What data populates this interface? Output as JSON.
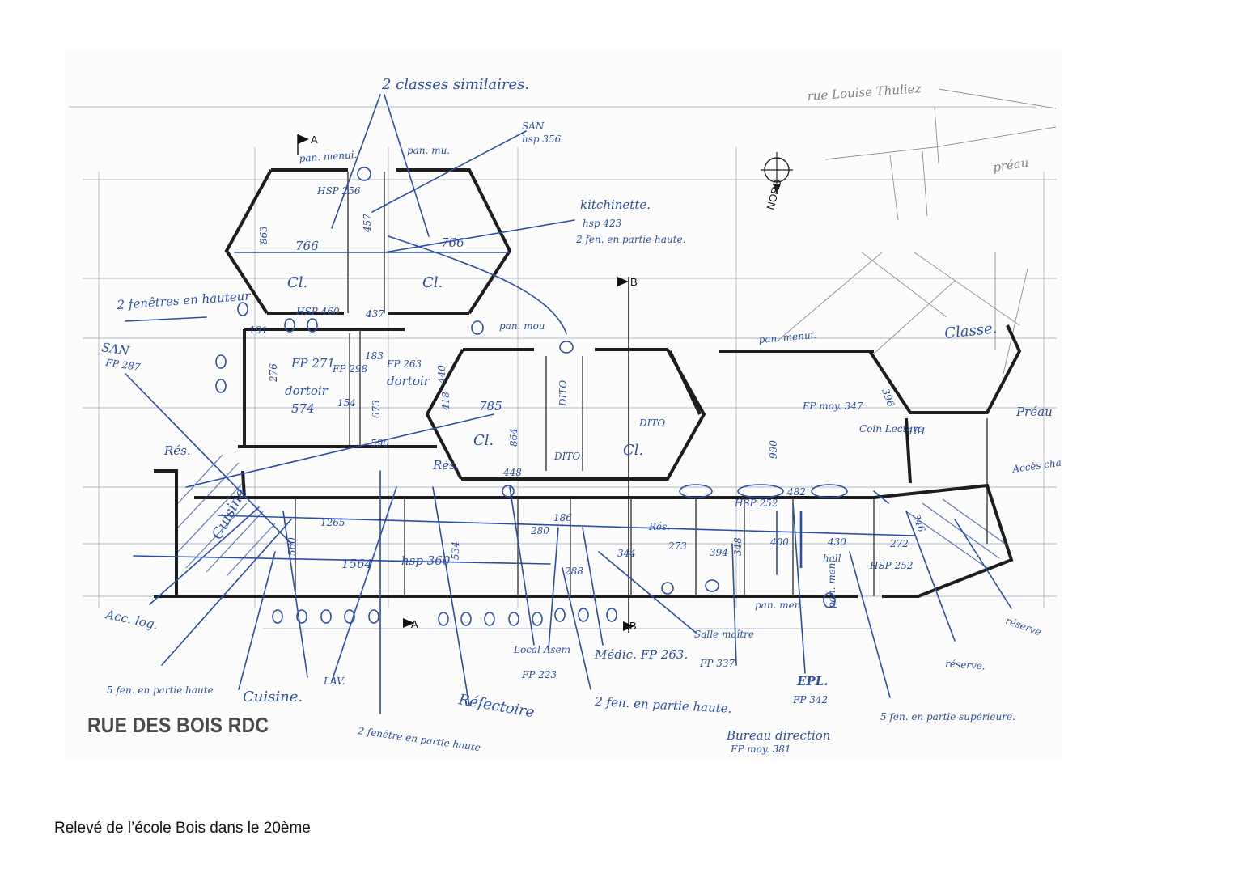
{
  "title": "RUE DES BOIS RDC",
  "caption": "Relevé de l’école Bois dans le 20ème",
  "colors": {
    "ink": "#2a4ea8",
    "walls": "#1d1d1d",
    "grid": "#9aa3ad",
    "pencil": "#8a8e93"
  },
  "sections": {
    "a": "A",
    "b": "B"
  },
  "north_label": "NORD",
  "pencil_notes": {
    "street": "rue Louise Thuliez",
    "preau": "préau"
  },
  "rooms": {
    "classes_similaires": "2 classes similaires.",
    "pan_menui": "pan. menui.",
    "pan_mu": "pan. mu.",
    "hsp_256": "HSP 256",
    "dim_766_left": "766",
    "dim_766_right": "766",
    "dim_863": "863",
    "dim_457": "457",
    "dim_437": "437",
    "cl_left": "Cl.",
    "cl_right": "Cl.",
    "san_top": "SAN",
    "san_top_hsp": "hsp 356",
    "kitchinette": "kitchinette.",
    "kitchinette_hsp": "hsp 423",
    "kitchinette_fen": "2 fen. en partie haute.",
    "fenetres_hauteur": "2 fenêtres en hauteur",
    "hsp_460": "HSP 460",
    "dim_191": "191",
    "dim_276": "276",
    "fp_271": "FP 271",
    "dortoir_1": "dortoir",
    "dortoir_1_area": "574",
    "fp_298": "FP 298",
    "fp_263": "FP 263",
    "dortoir_2": "dortoir",
    "dim_183": "183",
    "dim_673": "673",
    "dim_154": "154",
    "san_left": "SAN",
    "san_left_fp": "FP 287",
    "res_left": "Rés.",
    "pan_mou": "pan. mou",
    "dim_440": "440",
    "dim_418": "418",
    "dim_785": "785",
    "dim_864": "864",
    "dim_590": "590",
    "cl_middle": "Cl.",
    "dito_1": "DITO",
    "dito_2": "DITO",
    "cl_centre": "Cl.",
    "dito_3": "DITO",
    "dim_448": "448",
    "res_middle": "Rés.",
    "dim_1265": "1265",
    "cuisine_room": "Cuisine",
    "dim_560": "560",
    "dim_1564": "1564",
    "hsp_360": "hsp 360",
    "dim_534": "534",
    "dim_280": "280",
    "dim_186": "186",
    "dim_288": "288",
    "dim_344": "344",
    "res_right": "Rés.",
    "dim_273": "273",
    "dim_394": "394",
    "pan_menui_right": "pan. menui.",
    "dim_990": "990",
    "fp_moy_347": "FP moy. 347",
    "coin_lecture": "Coin Lecture",
    "dim_161": "161",
    "classe_right": "Classe.",
    "preau_right": "Préau",
    "acces_chauff": "Accès chauff.",
    "hsp_252_mid": "HSP 252",
    "dim_482": "482",
    "dim_348": "348",
    "dim_400": "400",
    "dim_430": "430",
    "hall": "hall",
    "hsp_252_right": "HSP 252",
    "dim_272": "272",
    "dim_346": "346",
    "dim_396": "396",
    "acc_log": "Acc. log.",
    "fen_5_haute": "5 fen. en partie haute",
    "cuisine_label": "Cuisine.",
    "lav": "LAV.",
    "fenetres_2": "2 fenêtre en partie haute",
    "refectoire": "Réfectoire",
    "local_asem": "Local Asem",
    "local_asem_fp": "FP 223",
    "medic": "Médic. FP 263.",
    "fen_2_haute": "2 fen. en partie haute.",
    "salle_maitre": "Salle maître",
    "salle_maitre_fp": "FP 337",
    "epl": "EPL.",
    "epl_fp": "FP 342",
    "pan_men": "pan. men.",
    "pan_men_2": "pan. men.",
    "bureau_direction": "Bureau direction",
    "bureau_fp": "FP moy. 381",
    "fen_5_sup": "5 fen. en partie supérieure.",
    "reserve_1": "réserve.",
    "reserve_2": "réserve"
  }
}
